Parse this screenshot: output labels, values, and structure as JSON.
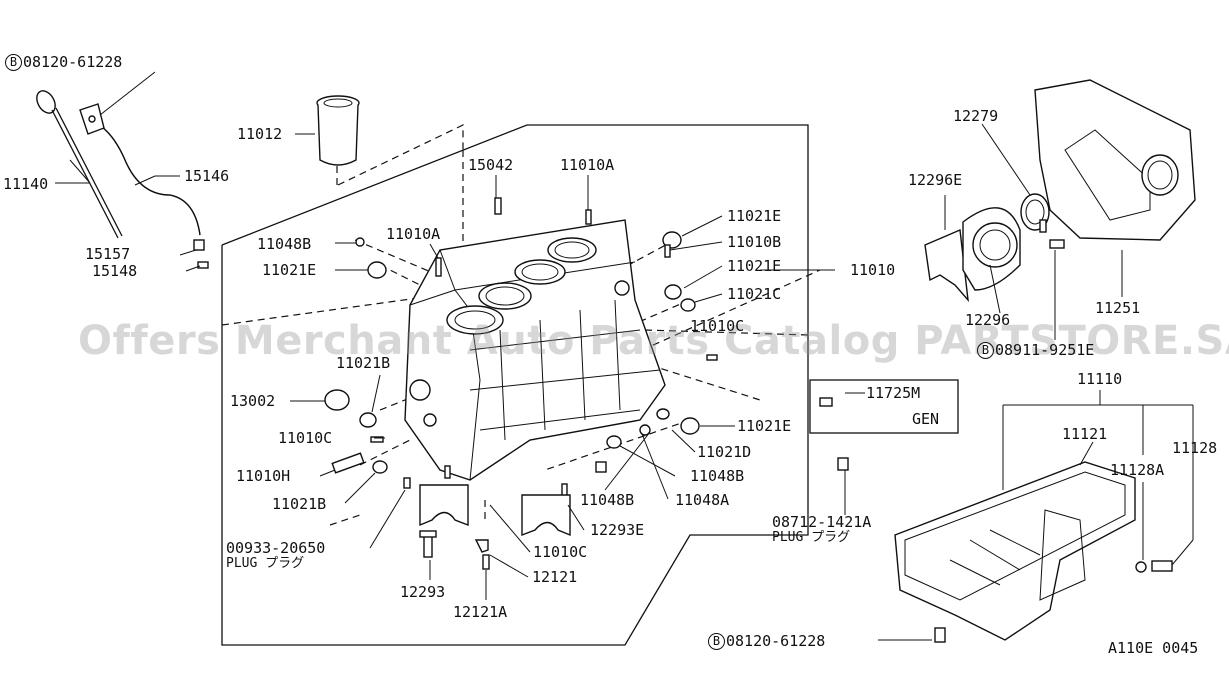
{
  "diagram": {
    "watermark": "Offers Merchant Auto Parts Catalog PARTSTORE.SA",
    "figure_code": "A110E 0045",
    "circle_letter": "B",
    "labels": {
      "p08120_top": "08120-61228",
      "p11140": "11140",
      "p15146": "15146",
      "p15157": "15157",
      "p15148": "15148",
      "p11012": "11012",
      "p15042": "15042",
      "p11010A_1": "11010A",
      "p11010A_2": "11010A",
      "p11048B_1": "11048B",
      "p11021E_1": "11021E",
      "p11021E_2": "11021E",
      "p11010B": "11010B",
      "p11021E_3": "11021E",
      "p11021C": "11021C",
      "p11010C_1": "11010C",
      "p11010": "11010",
      "p11021B_1": "11021B",
      "p13002": "13002",
      "p11010C_2": "11010C",
      "p11010H": "11010H",
      "p11021B_2": "11021B",
      "p11021E_4": "11021E",
      "p11021D": "11021D",
      "p11048B_2": "11048B",
      "p11048B_3": "11048B",
      "p11048A": "11048A",
      "p12293E": "12293E",
      "p11010C_3": "11010C",
      "p12121": "12121",
      "p12121A": "12121A",
      "p12293": "12293",
      "p00933": "00933-20650",
      "plug_1": "PLUG プラグ",
      "p08712": "08712-1421A",
      "plug_2": "PLUG プラグ",
      "p11725M": "11725M",
      "gen": "GEN",
      "p12279": "12279",
      "p12296E": "12296E",
      "p12296": "12296",
      "p11251": "11251",
      "p08911": "08911-9251E",
      "p11110": "11110",
      "p11121": "11121",
      "p11128A": "11128A",
      "p11128": "11128",
      "p08120_bottom": "08120-61228"
    }
  }
}
